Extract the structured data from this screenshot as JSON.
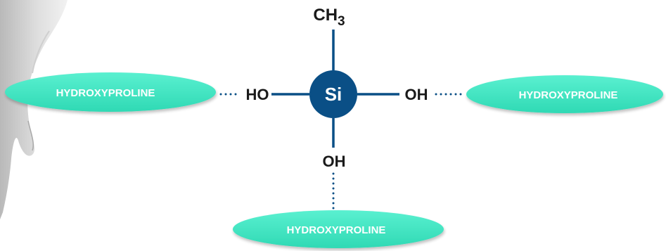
{
  "molecule": {
    "center_atom": "Si",
    "top_group": {
      "main": "CH",
      "subscript": "3"
    },
    "left_group": "HO",
    "right_group": "OH",
    "bottom_group": "OH"
  },
  "partners": {
    "left": "HYDROXYPROLINE",
    "right": "HYDROXYPROLINE",
    "bottom": "HYDROXYPROLINE"
  },
  "colors": {
    "bond": "#0a4f86",
    "atom_fill": "#0a4f86",
    "atom_text": "#ffffff",
    "group_text": "#1a1a1a",
    "ellipse_fill": "#3ee6c2",
    "ellipse_text": "#ffffff",
    "hbond_dots": "#0a4f86"
  }
}
